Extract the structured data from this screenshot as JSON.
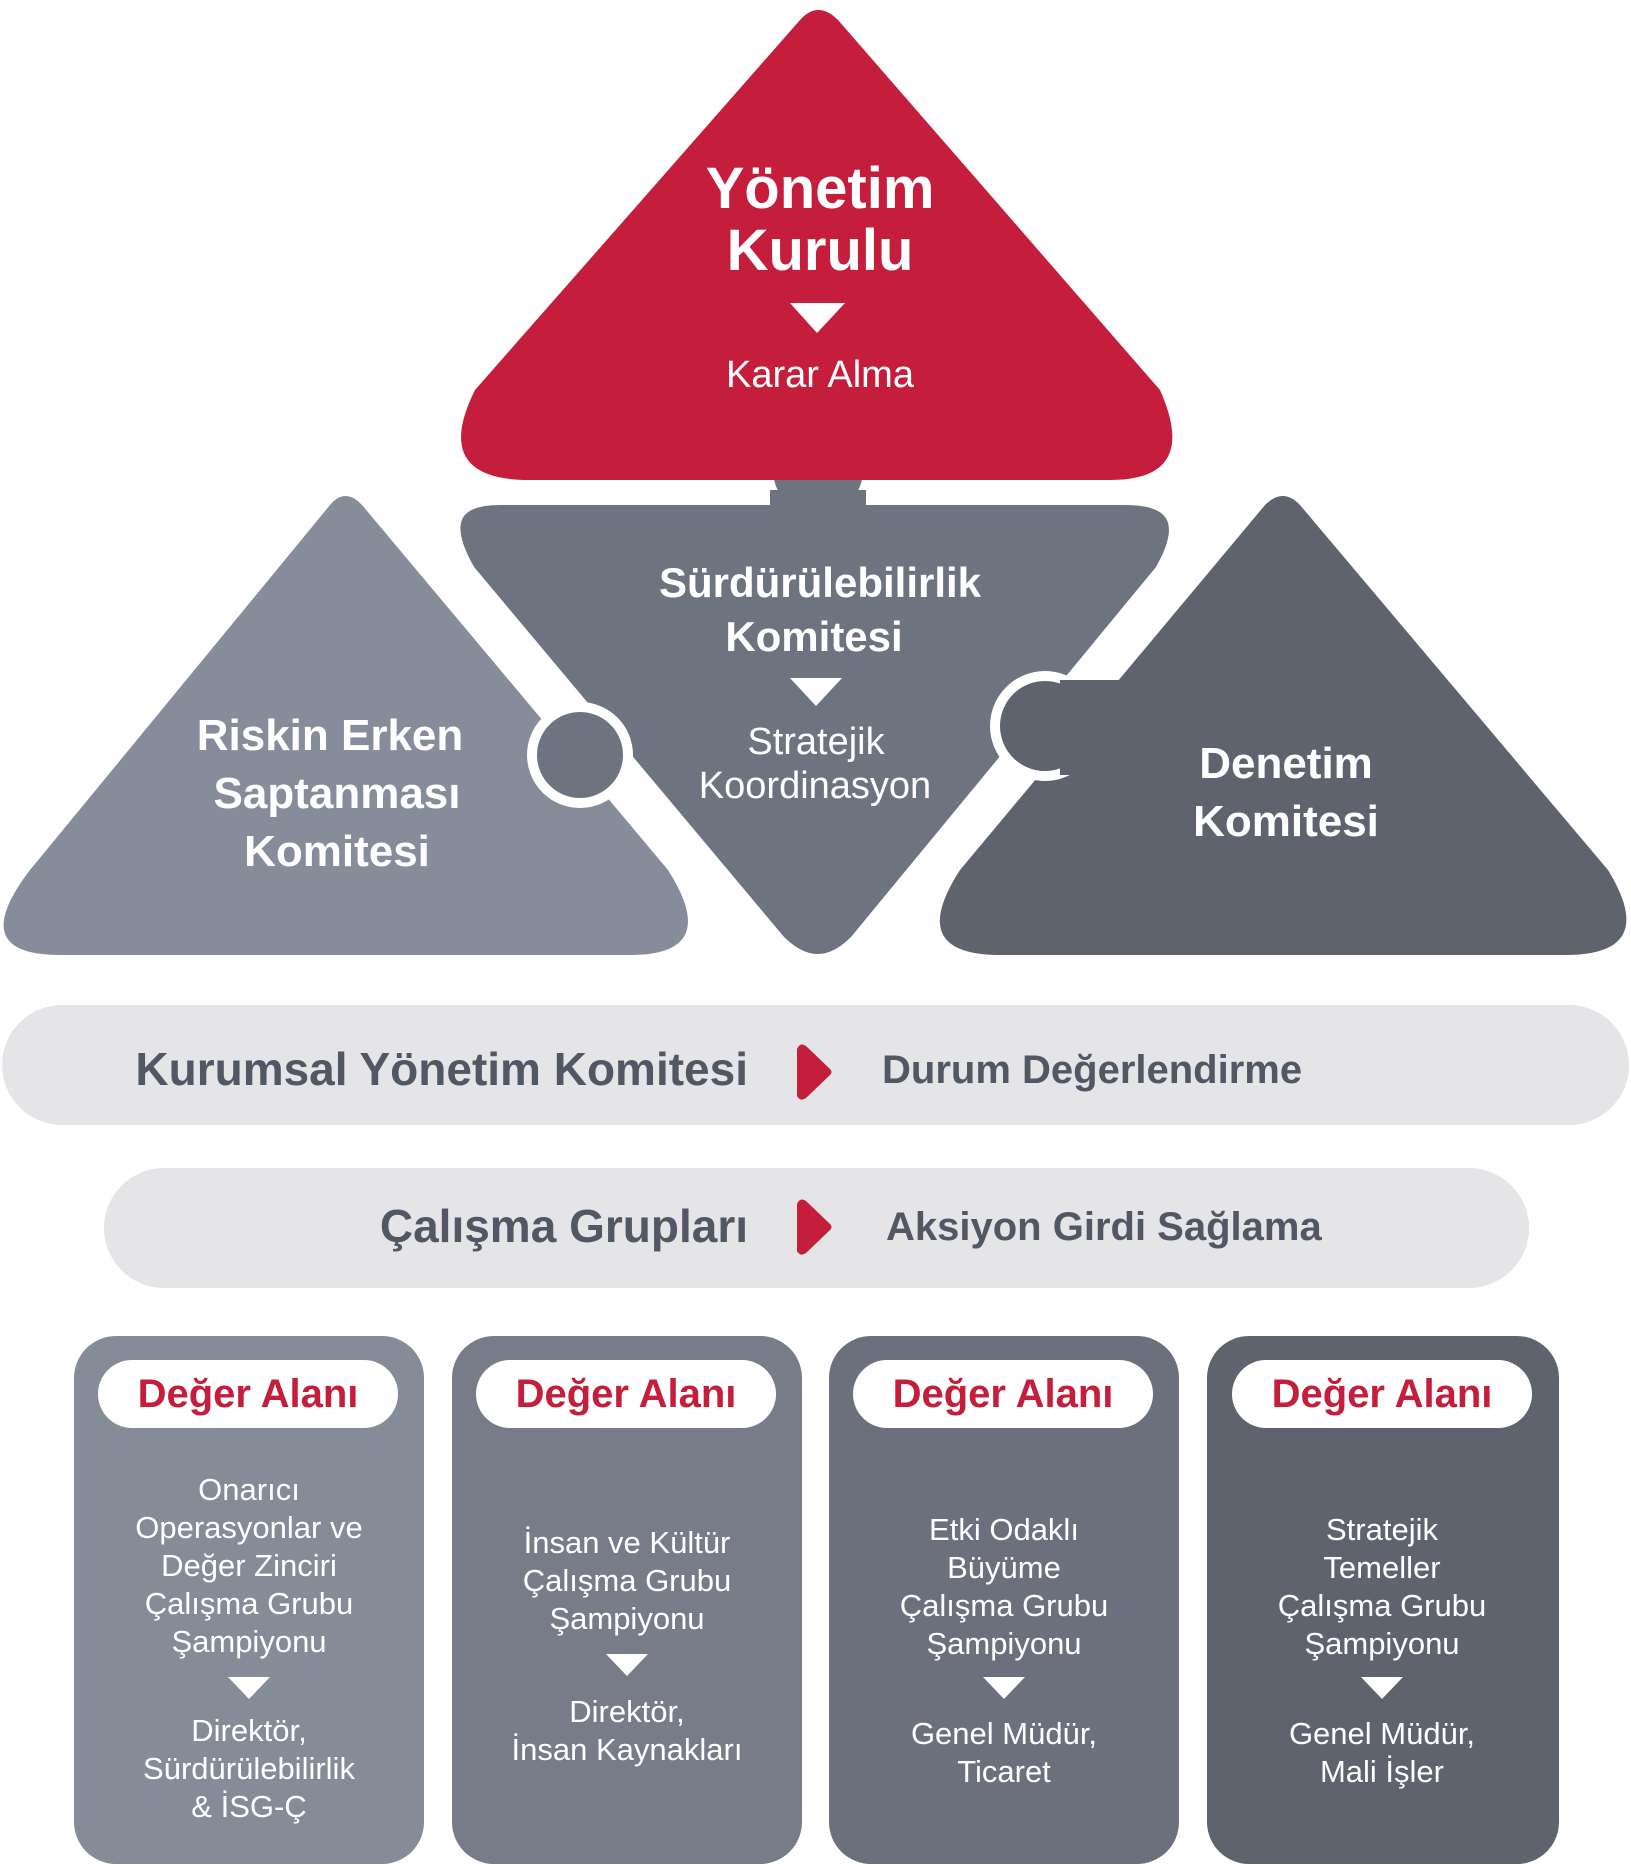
{
  "colors": {
    "red": "#c41e3c",
    "gray_light": "#878c9a",
    "gray_mid": "#6e7380",
    "gray_dark": "#5e636e",
    "bar_bg": "#e5e5e8",
    "bar_text": "#525764",
    "card1": "#868b98",
    "card2": "#777c88",
    "card3": "#6b707c",
    "card4": "#5e636e"
  },
  "top": {
    "title_line1": "Yönetim",
    "title_line2": "Kurulu",
    "subtitle": "Karar Alma"
  },
  "left": {
    "line1": "Riskin Erken",
    "line2": "Saptanması",
    "line3": "Komitesi"
  },
  "center": {
    "title_line1": "Sürdürülebilirlik",
    "title_line2": "Komitesi",
    "sub_line1": "Stratejik",
    "sub_line2": "Koordinasyon"
  },
  "right": {
    "line1": "Denetim",
    "line2": "Komitesi"
  },
  "bars": [
    {
      "label": "Kurumsal Yönetim Komitesi",
      "value": "Durum Değerlendirme"
    },
    {
      "label": "Çalışma Grupları",
      "value": "Aksiyon Girdi Sağlama"
    }
  ],
  "cards": [
    {
      "pill": "Değer Alanı",
      "lines": [
        "Onarıcı",
        "Operasyonlar ve",
        "Değer Zinciri",
        "Çalışma Grubu",
        "Şampiyonu"
      ],
      "role": [
        "Direktör,",
        "Sürdürülebilirlik",
        "& İSG-Ç"
      ]
    },
    {
      "pill": "Değer Alanı",
      "lines": [
        "İnsan ve Kültür",
        "Çalışma Grubu",
        "Şampiyonu"
      ],
      "role": [
        "Direktör,",
        "İnsan Kaynakları"
      ]
    },
    {
      "pill": "Değer Alanı",
      "lines": [
        "Etki Odaklı",
        "Büyüme",
        "Çalışma Grubu",
        "Şampiyonu"
      ],
      "role": [
        "Genel Müdür,",
        "Ticaret"
      ]
    },
    {
      "pill": "Değer Alanı",
      "lines": [
        "Stratejik",
        "Temeller",
        "Çalışma Grubu",
        "Şampiyonu"
      ],
      "role": [
        "Genel Müdür,",
        "Mali İşler"
      ]
    }
  ]
}
